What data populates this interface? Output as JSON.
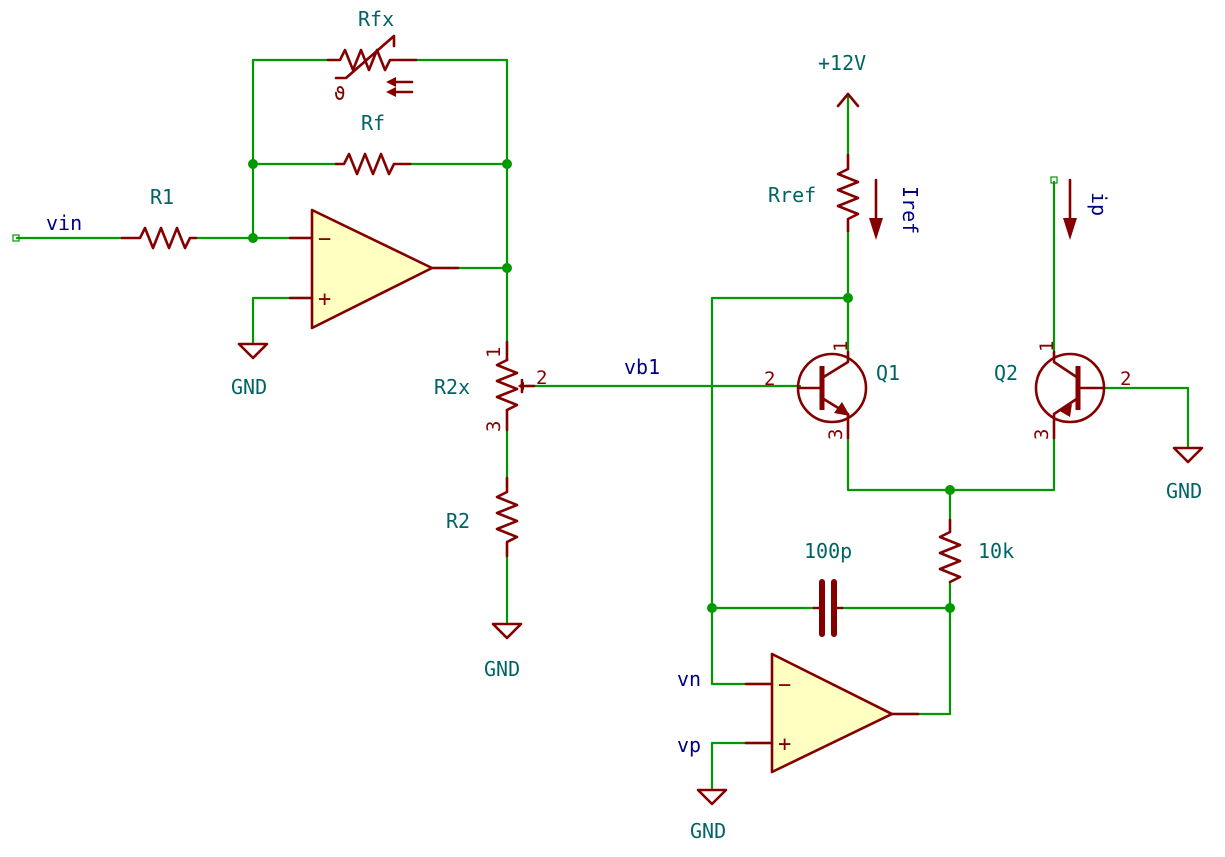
{
  "labels": {
    "r1": "R1",
    "rf": "Rf",
    "rfx": "Rfx",
    "r2x": "R2x",
    "r2": "R2",
    "rref": "Rref",
    "q1": "Q1",
    "q2": "Q2",
    "c1": "100p",
    "r10k": "10k",
    "vcc": "+12V",
    "gnd1": "GND",
    "gnd2": "GND",
    "gnd3": "GND",
    "gnd4": "GND"
  },
  "nets": {
    "vin": "vin",
    "vb1": "vb1",
    "vn": "vn",
    "vp": "vp",
    "iref": "Iref",
    "ip": "ip"
  },
  "pins": {
    "pot_1": "1",
    "pot_2": "2",
    "pot_3": "3",
    "q1_1": "1",
    "q1_2": "2",
    "q1_3": "3",
    "q2_1": "1",
    "q2_2": "2",
    "q2_3": "3"
  },
  "opamp_signs": {
    "minus": "−",
    "plus": "+"
  },
  "thermistor_symbol": "ϑ",
  "colors": {
    "wire": "#009900",
    "component": "#840000",
    "opamp_fill": "#ffffc2",
    "label": "#006464",
    "net_label": "#000080"
  }
}
